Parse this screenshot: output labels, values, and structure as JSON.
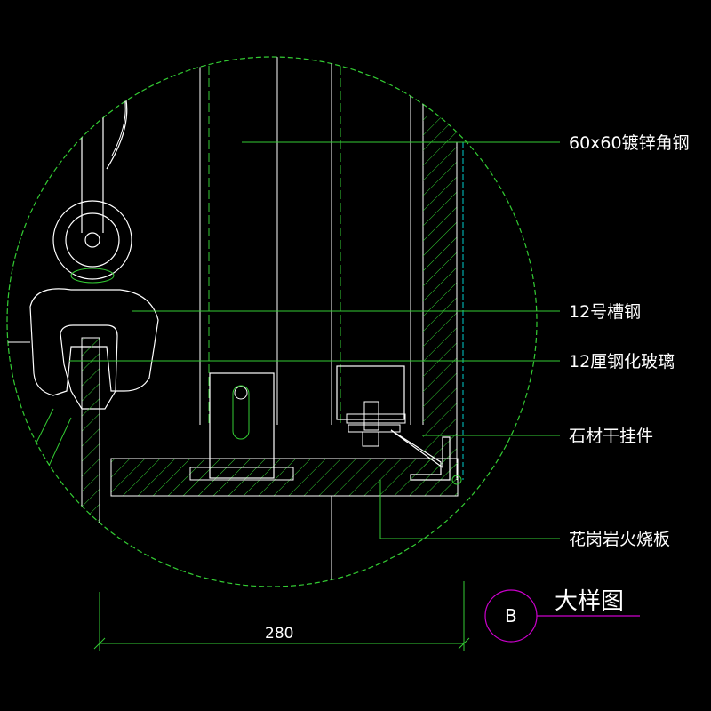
{
  "colors": {
    "background": "#000000",
    "detail_circle": "#33cc33",
    "leader": "#33cc33",
    "outline": "#ffffff",
    "hatch": "#33cc33",
    "glass": "#00cccc",
    "tag_circle": "#cc00cc"
  },
  "labels": [
    {
      "id": "angle-steel",
      "text": "60x60镀锌角钢"
    },
    {
      "id": "channel-steel",
      "text": "12号槽钢"
    },
    {
      "id": "tempered-glass",
      "text": "12厘钢化玻璃"
    },
    {
      "id": "stone-hanger",
      "text": "石材干挂件"
    },
    {
      "id": "granite-panel",
      "text": "花岗岩火烧板"
    }
  ],
  "dimension": {
    "value": "280"
  },
  "detail": {
    "tag": "B",
    "title": "大样图"
  }
}
